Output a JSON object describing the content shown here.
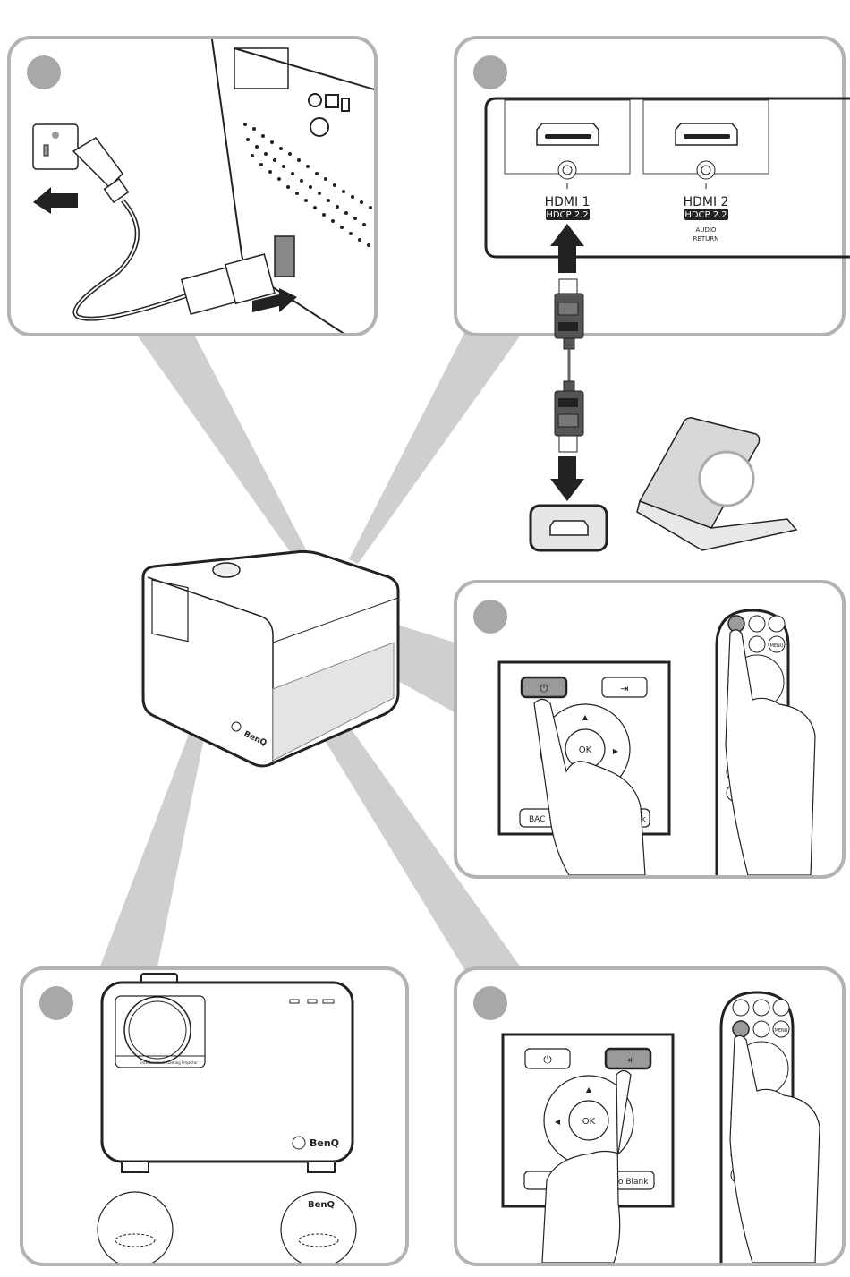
{
  "diagram": {
    "type": "projector-setup-illustration",
    "brand": "BenQ",
    "beam_color": "#cfcfcf",
    "panel_border_color": "#b3b3b3",
    "step_marker_color": "#a8a8a8",
    "highlight_button_color": "#9a9a9a"
  },
  "panels": {
    "power": {
      "step_marker": "",
      "description": "power-cord-connection"
    },
    "hdmi": {
      "ports": [
        {
          "label": "HDMI 1",
          "badge": "HDCP 2.2",
          "note": ""
        },
        {
          "label": "HDMI 2",
          "badge": "HDCP 2.2",
          "note_line1": "AUDIO",
          "note_line2": "RETURN"
        }
      ],
      "source_device": "laptop"
    },
    "power_on": {
      "keypad": {
        "ok_label": "OK",
        "back_label": "BAC",
        "blank_label": "ak"
      },
      "remote": {
        "menu_label": "MENU"
      }
    },
    "adjust": {
      "brand_label": "BenQ",
      "lens_caption": "Entertainment Gaming Projector",
      "zoom_brand_label": "BenQ"
    },
    "source": {
      "keypad": {
        "ok_label": "OK",
        "blank_label": "o Blank"
      },
      "remote": {
        "menu_label": "MENU"
      }
    }
  },
  "center_projector": {
    "brand_label": "BenQ"
  }
}
